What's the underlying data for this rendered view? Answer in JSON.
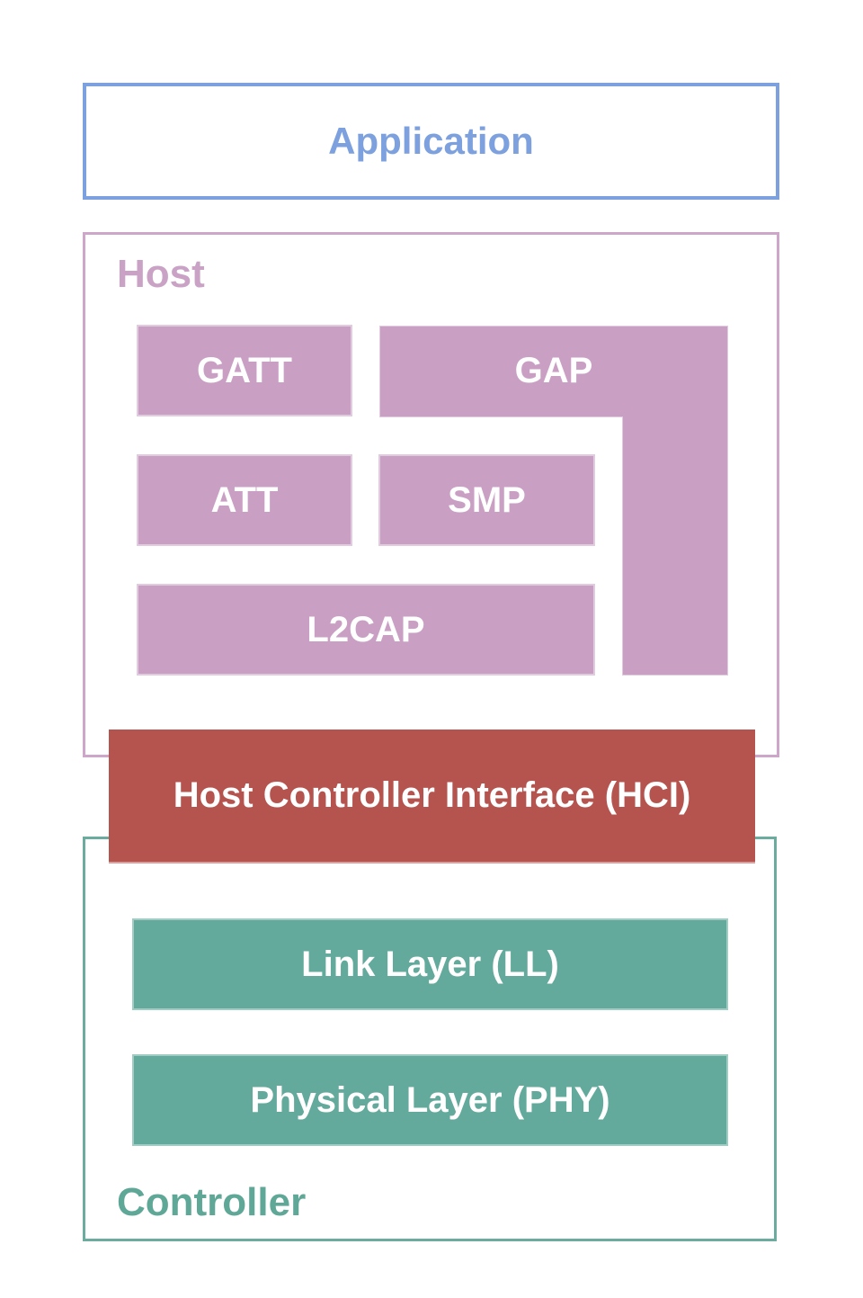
{
  "application": {
    "label": "Application"
  },
  "host": {
    "label": "Host",
    "blocks": {
      "gatt": "GATT",
      "gap": "GAP",
      "att": "ATT",
      "smp": "SMP",
      "l2cap": "L2CAP"
    }
  },
  "hci": {
    "label": "Host Controller Interface (HCI)"
  },
  "controller": {
    "label": "Controller",
    "blocks": {
      "link_layer": "Link Layer (LL)",
      "phy": "Physical Layer (PHY)"
    }
  },
  "colors": {
    "application_blue": "#7DA1DE",
    "host_mauve_fill": "#C9A0C4",
    "host_border": "#CDA6C9",
    "hci_red": "#B5544F",
    "controller_teal_fill": "#63AA9C",
    "controller_border": "#6BAC9E"
  }
}
